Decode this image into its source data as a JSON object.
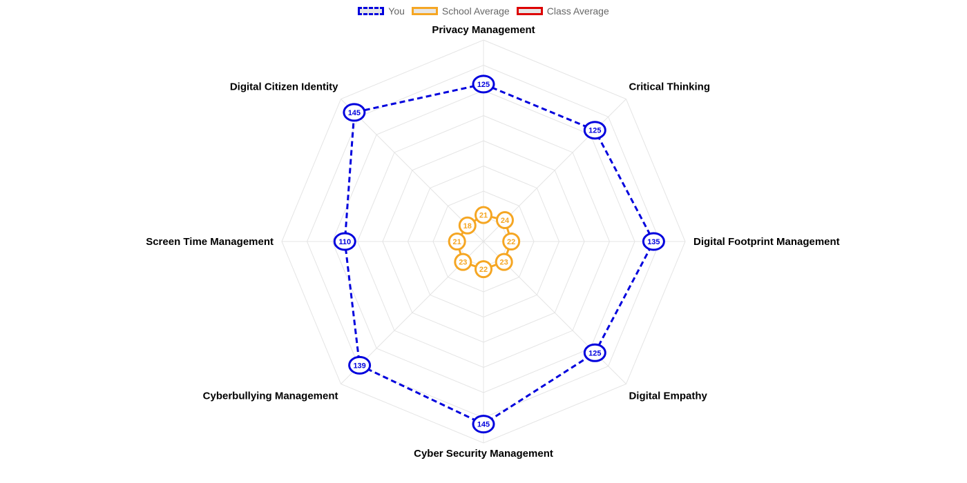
{
  "chart_data": {
    "type": "radar",
    "axes": [
      "Privacy Management",
      "Critical Thinking",
      "Digital Footprint Management",
      "Digital Empathy",
      "Cyber Security Management",
      "Cyberbullying Management",
      "Screen Time Management",
      "Digital Citizen Identity"
    ],
    "rmax": 160,
    "grid_step": 20,
    "grid": true,
    "legend_position": "top",
    "series": [
      {
        "name": "You",
        "color": "#0000dd",
        "line": "dashed",
        "values": [
          125,
          125,
          135,
          125,
          145,
          139,
          110,
          145
        ]
      },
      {
        "name": "School Average",
        "color": "#f5a623",
        "line": "solid",
        "values": [
          21,
          24,
          22,
          23,
          22,
          23,
          21,
          18
        ]
      },
      {
        "name": "Class Average",
        "color": "#dd0000",
        "line": "solid",
        "values": []
      }
    ]
  }
}
